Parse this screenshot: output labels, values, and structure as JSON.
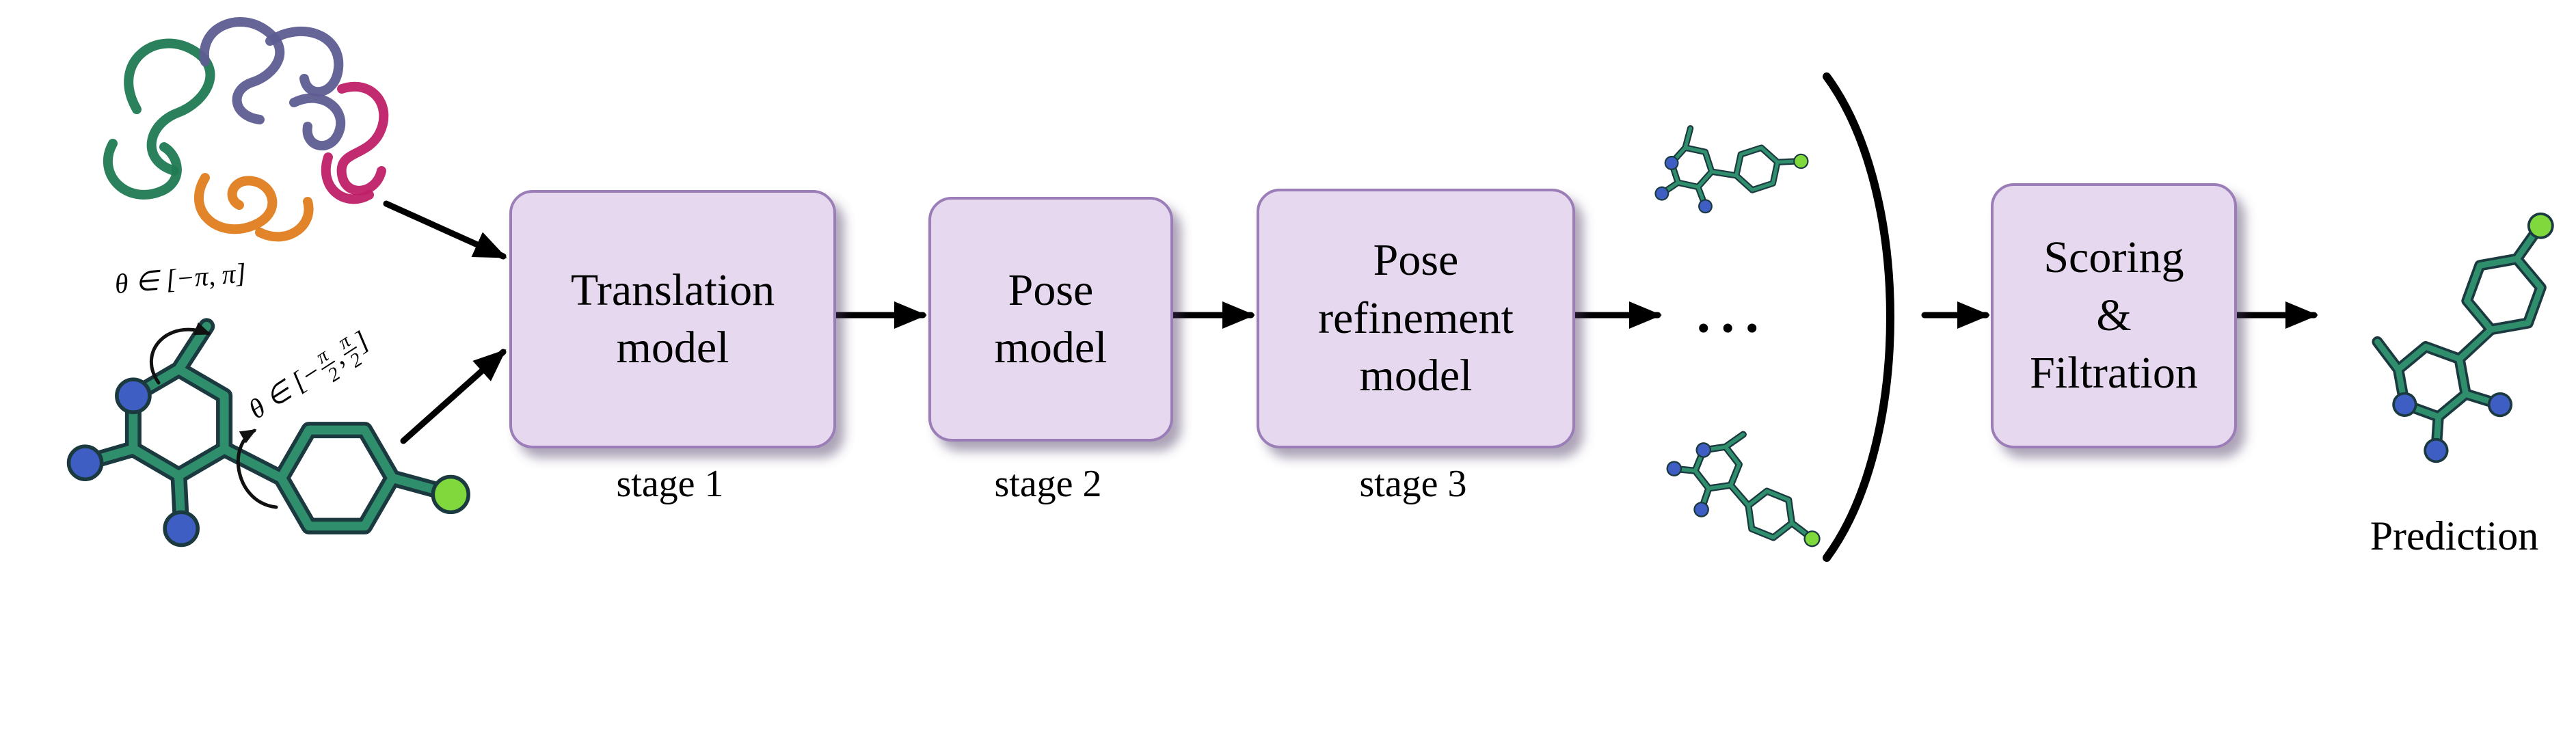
{
  "stage_boxes": [
    {
      "lines": [
        "Translation",
        "model"
      ],
      "stage": "stage 1"
    },
    {
      "lines": [
        "Pose",
        "model"
      ],
      "stage": "stage 2"
    },
    {
      "lines": [
        "Pose",
        "refinement",
        "model"
      ],
      "stage": "stage 3"
    }
  ],
  "scoring_box": {
    "lines": [
      "Scoring",
      "&",
      "Filtration"
    ]
  },
  "ellipsis": "...",
  "prediction_label": "Prediction",
  "annotations": {
    "theta_full": "θ ∈ [−π, π]",
    "theta_half": {
      "pre": "θ ∈ [−",
      "num1": "π",
      "den1": "2",
      "mid": ",",
      "num2": "π",
      "den2": "2",
      "post": "]"
    }
  },
  "colors": {
    "box_fill": "#e6d9ef",
    "box_border": "#9b7db8",
    "arrow_black": "#000000",
    "bond_green": "#2f8f6d",
    "bond_outline": "#1b3a40",
    "nitrogen_blue": "#3f5ec4",
    "chlorine_green": "#7fd83c",
    "protein_green": "#207a52",
    "protein_purple": "#5d5d92",
    "protein_magenta": "#c02069",
    "protein_orange": "#e07d1f"
  }
}
